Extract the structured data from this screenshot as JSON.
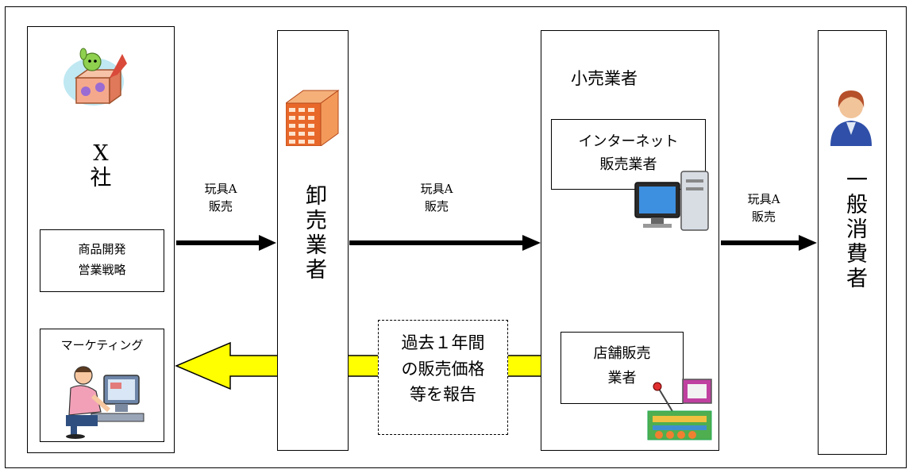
{
  "company": {
    "name_line1": "X",
    "name_line2": "社",
    "product_dev_line1": "商品開発",
    "product_dev_line2": "営業戦略",
    "marketing": "マーケティング"
  },
  "wholesaler": {
    "label": "卸売業者"
  },
  "retailer": {
    "title": "小売業者",
    "internet_line1": "インターネット",
    "internet_line2": "販売業者",
    "store_line1": "店舗販売",
    "store_line2": "業者"
  },
  "consumer": {
    "label": "一般消費者"
  },
  "flows": {
    "x_to_wholesale": {
      "line1": "玩具A",
      "line2": "販売"
    },
    "wholesale_to_retail": {
      "line1": "玩具A",
      "line2": "販売"
    },
    "retail_to_consumer": {
      "line1": "玩具A",
      "line2": "販売"
    }
  },
  "report": {
    "line1": "過去１年間",
    "line2": "の販売価格",
    "line3": "等を報告"
  },
  "icons": {
    "toy": "toy-box-icon",
    "building": "office-building-icon",
    "computer": "desktop-computer-icon",
    "store": "shop-counter-icon",
    "person": "person-avatar-icon",
    "marketer": "office-worker-icon"
  },
  "colors": {
    "feedback_arrow": "#ffff00",
    "flow_arrow": "#000000"
  }
}
